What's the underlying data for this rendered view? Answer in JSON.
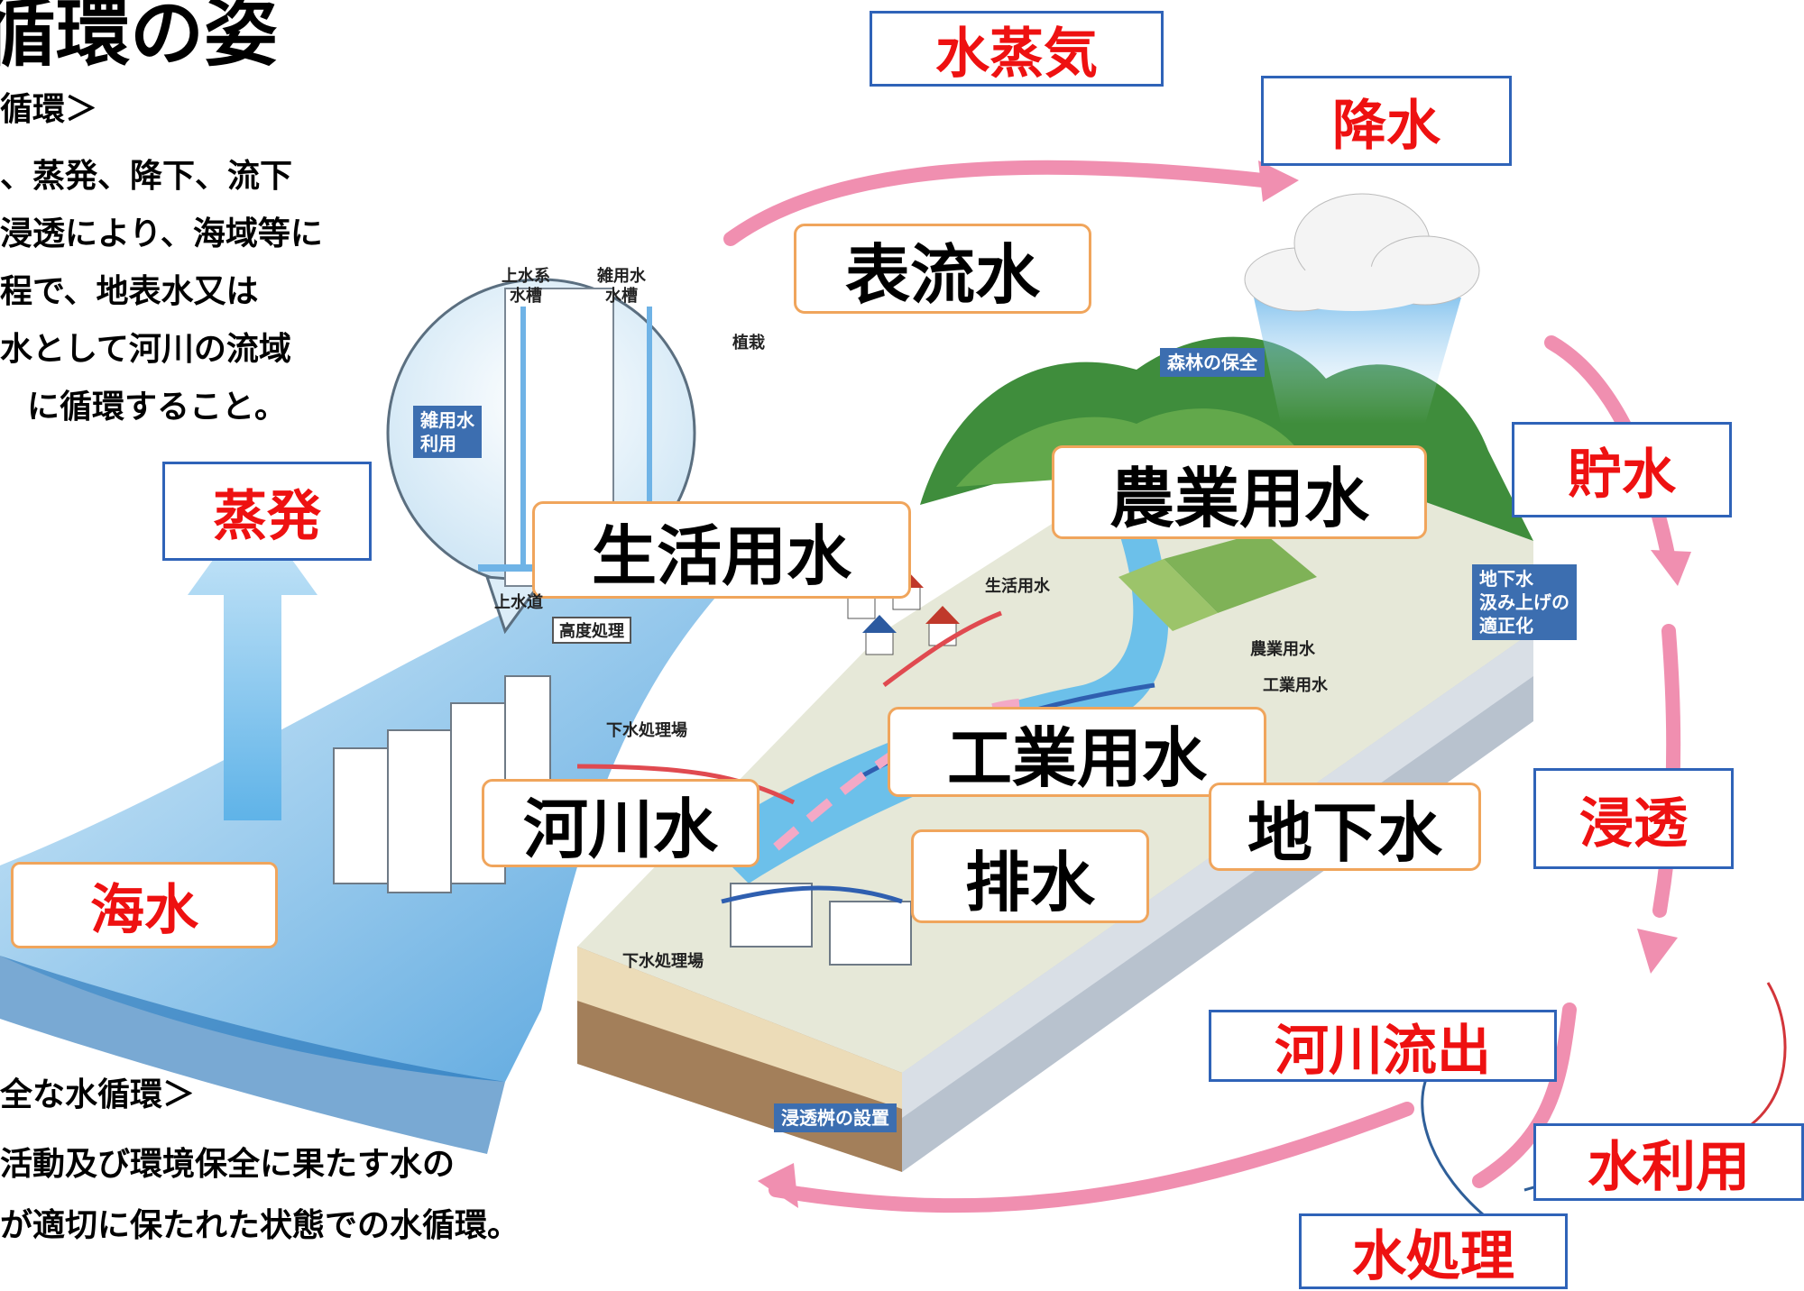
{
  "text": {
    "title": "循環の姿",
    "def_heading": "循環＞",
    "def_lines": [
      "、蒸発、降下、流下",
      "浸透により、海域等に",
      "程で、地表水又は",
      "水として河川の流域",
      "に循環すること。"
    ],
    "healthy_heading": "全な水循環＞",
    "healthy_lines": [
      "活動及び環境保全に果たす水の",
      "が適切に保たれた状態での水循環。"
    ]
  },
  "cycle_labels": {
    "steam": "水蒸気",
    "rain": "降水",
    "storage": "貯水",
    "infiltration": "浸透",
    "river_outflow": "河川流出",
    "water_use": "水利用",
    "water_treatment": "水処理",
    "evaporation": "蒸発",
    "seawater": "海水"
  },
  "flow_labels": {
    "surface_water": "表流水",
    "domestic_water": "生活用水",
    "agricultural_water": "農業用水",
    "industrial_water": "工業用水",
    "river_water": "河川水",
    "groundwater": "地下水",
    "drainage": "排水"
  },
  "illustration_labels": {
    "tap_tank": "上水系\n水槽",
    "misc_tank": "雑用水\n水槽",
    "planting": "植栽",
    "misc_use": "雑用水\n利用",
    "tap_line": "上水道",
    "advanced_treatment": "高度処理",
    "forest": "森林の保全",
    "groundwater_pumping": "地下水\n汲み上げの\n適正化",
    "small_domestic": "生活用水",
    "small_agri": "農業用水",
    "small_industrial": "工業用水",
    "sewage_plant_1": "下水処理場",
    "sewage_plant_2": "下水処理場",
    "infiltration_basin": "浸透桝の設置"
  },
  "colors": {
    "cycle_arrow": "#f08fb0",
    "label_red": "#ee1111",
    "label_border_blue": "#2f63b8",
    "label_border_orange": "#f0a55c",
    "sea": "#5ab3e6"
  }
}
